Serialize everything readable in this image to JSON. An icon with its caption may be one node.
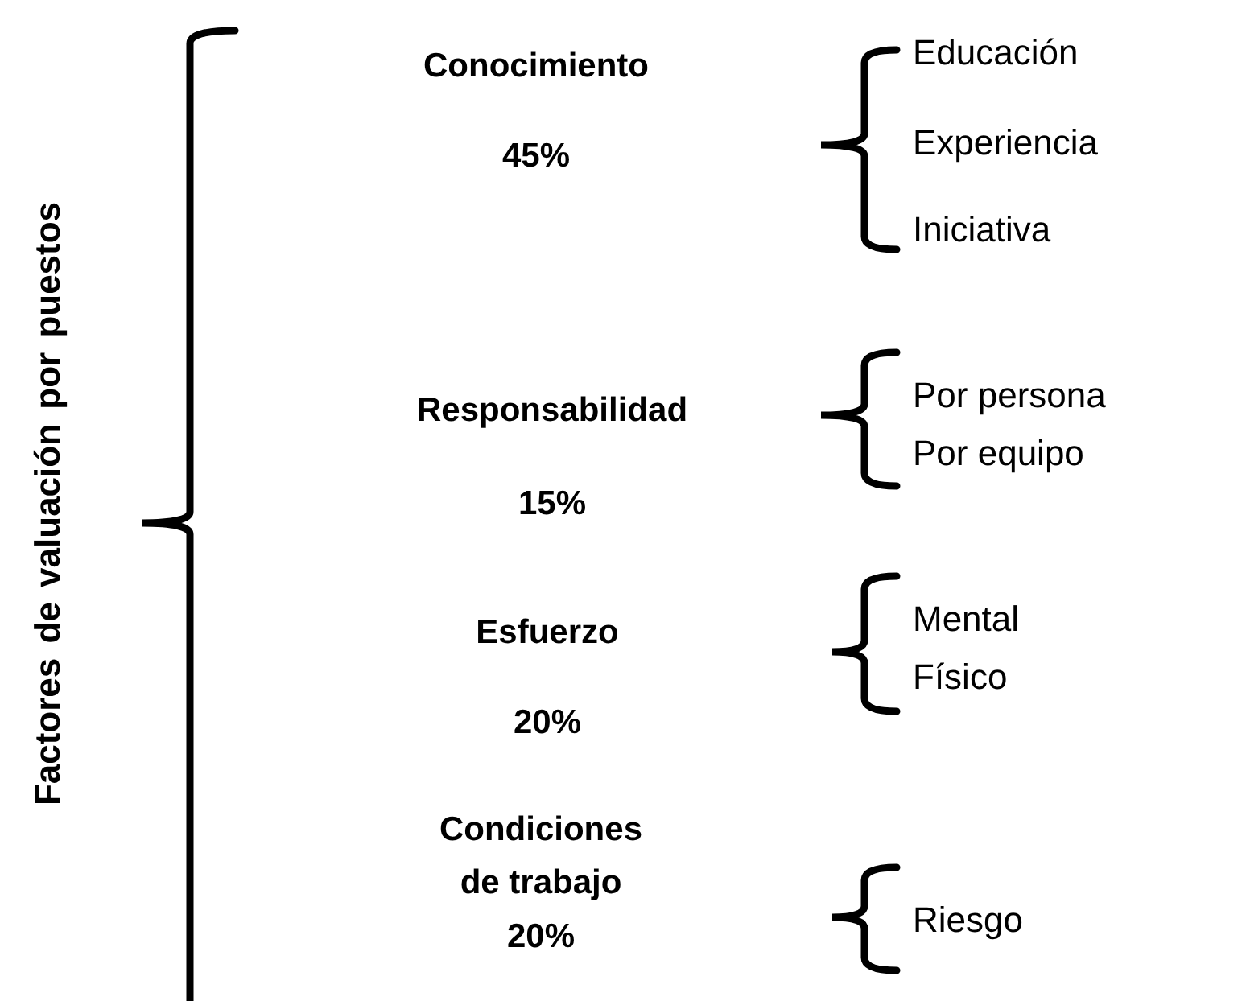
{
  "diagram": {
    "labels": [
      "Factores de valuación por puestos",
      "Conocimiento",
      "45%",
      "Educación",
      "Experiencia",
      "Iniciativa",
      "Responsabilidad",
      "15%",
      "Por persona",
      "Por equipo",
      "Esfuerzo",
      "20%",
      "Mental",
      "Físico",
      "Condiciones de trabajo",
      "20%",
      "Riesgo"
    ]
  }
}
